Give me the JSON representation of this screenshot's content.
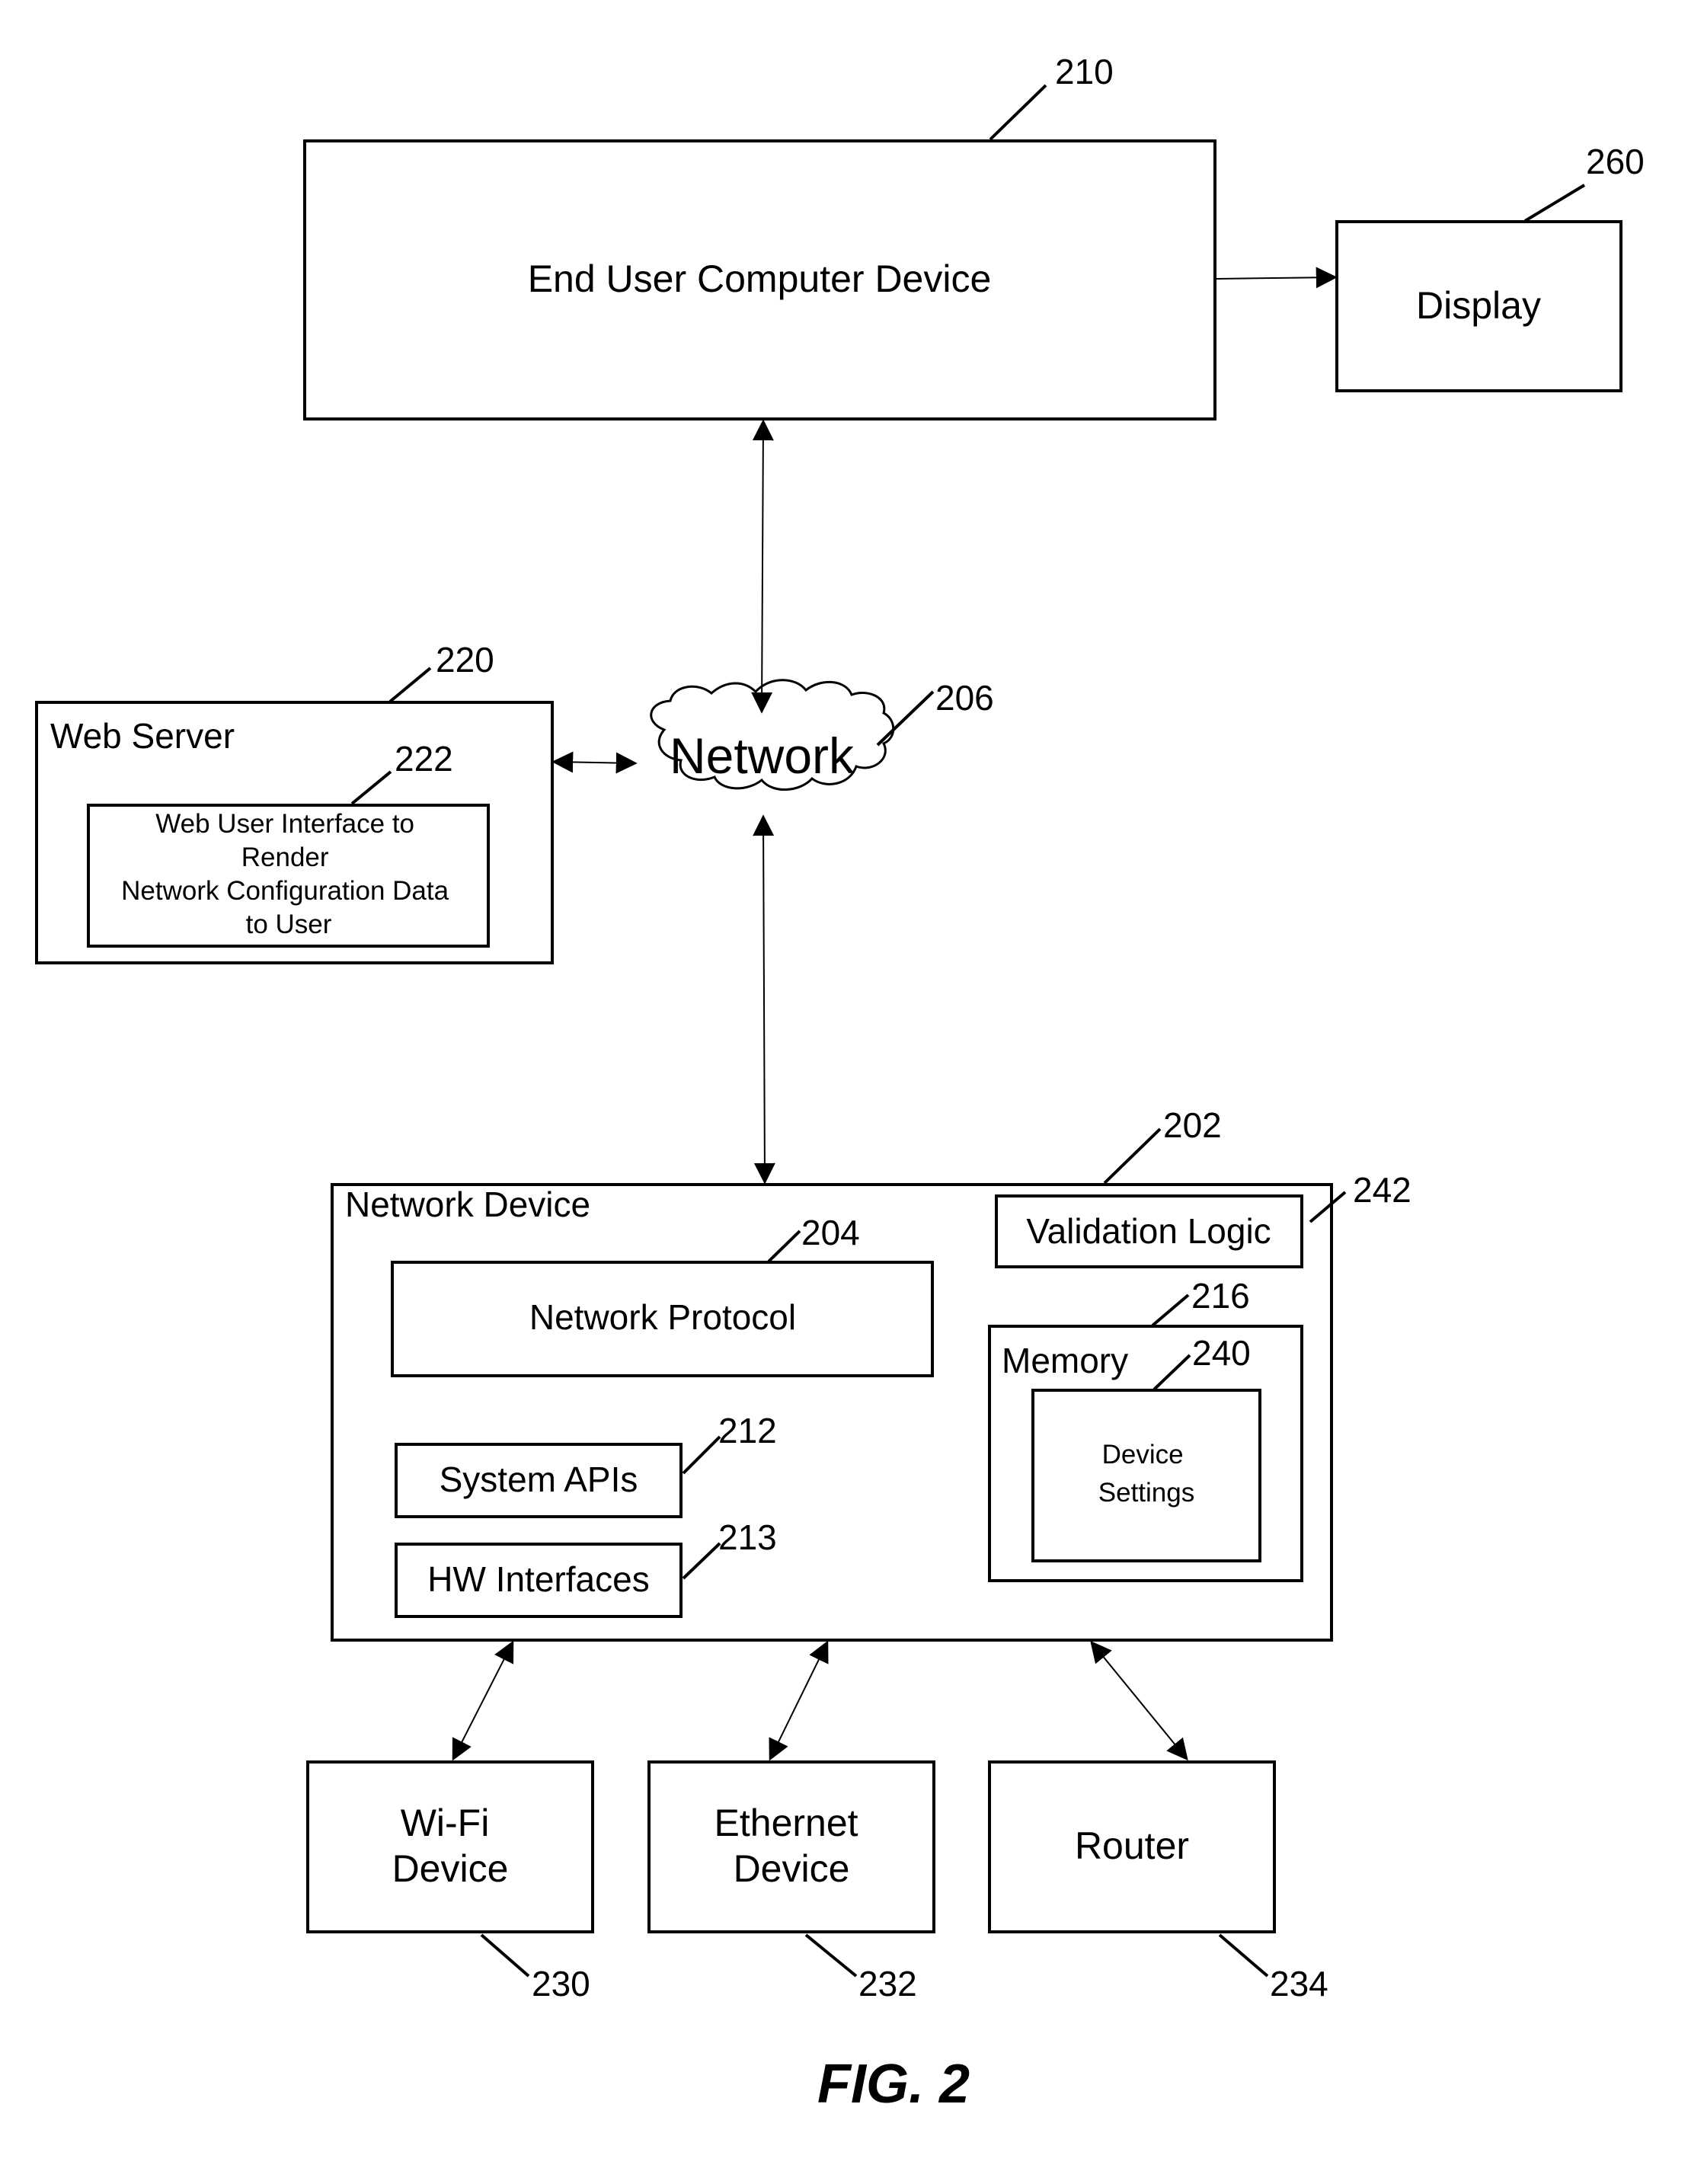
{
  "figure_label": "FIG. 2",
  "nodes": {
    "end_user_device": {
      "label": "End User Computer Device",
      "ref": "210"
    },
    "display": {
      "label": "Display",
      "ref": "260"
    },
    "network": {
      "label": "Network",
      "ref": "206"
    },
    "web_server": {
      "label": "Web Server",
      "ref": "220",
      "web_ui": {
        "lines": [
          "Web User Interface to",
          "Render",
          "Network Configuration Data",
          "to User"
        ],
        "ref": "222"
      }
    },
    "network_device": {
      "label": "Network Device",
      "ref": "202",
      "network_protocol": {
        "label": "Network Protocol",
        "ref": "204"
      },
      "validation_logic": {
        "label": "Validation Logic",
        "ref": "242"
      },
      "memory": {
        "label": "Memory",
        "ref": "216",
        "device_settings": {
          "lines": [
            "Device",
            "Settings"
          ],
          "ref": "240"
        }
      },
      "system_apis": {
        "label": "System APIs",
        "ref": "212"
      },
      "hw_interfaces": {
        "label": "HW Interfaces",
        "ref": "213"
      }
    },
    "wifi_device": {
      "lines": [
        "Wi-Fi",
        "Device"
      ],
      "ref": "230"
    },
    "ethernet_device": {
      "lines": [
        "Ethernet",
        "Device"
      ],
      "ref": "232"
    },
    "router": {
      "label": "Router",
      "ref": "234"
    }
  }
}
